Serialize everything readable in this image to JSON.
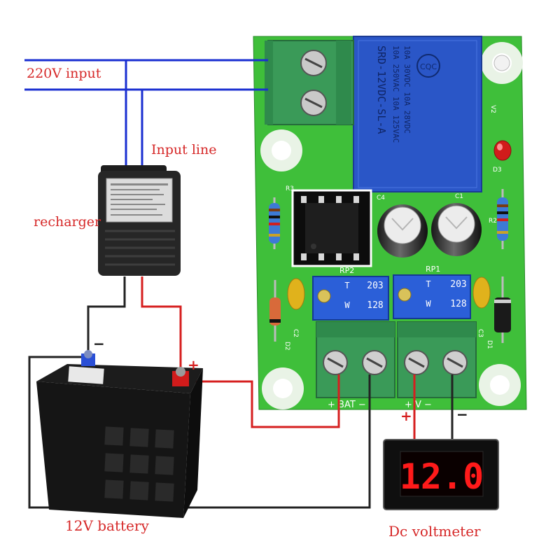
{
  "labels": {
    "input_220v": "220V input",
    "input_line": "Input line",
    "recharger": "recharger",
    "battery": "12V battery",
    "voltmeter": "Dc voltmeter"
  },
  "polarity": {
    "battery_plus": "+",
    "battery_minus": "−",
    "volt_plus": "+",
    "volt_minus": "−"
  },
  "board": {
    "relay_lines": [
      "SRD-12VDC-SL-A",
      "10A 250VAC 10A 125VAC",
      "10A 30VDC 10A 28VDC"
    ],
    "relay_logo": "CQC",
    "pot_left_label": "RP2",
    "pot_right_label": "RP1",
    "pot_code_top": "203",
    "pot_code_bottom": "128",
    "pot_code_letter": "W",
    "pot_code_t": "T",
    "terminal_bat": "+ BAT −",
    "terminal_v": "+ V −",
    "silk": {
      "c1": "C1",
      "c2": "C2",
      "c3": "C3",
      "c4": "C4",
      "d1": "D1",
      "d2": "D2",
      "d3": "D3",
      "r2": "R2",
      "r3": "R3",
      "v2": "V2"
    }
  },
  "voltmeter_reading": "12.0",
  "colors": {
    "label_red": "#d62828",
    "ac_wire_blue": "#1a2fd1",
    "dc_wire_red": "#d61f1f",
    "board_green": "#3fbf3a",
    "terminal_green": "#3a9a58",
    "relay_blue": "#2a56c7"
  },
  "icons": {
    "relay": "relay-icon",
    "chip": "ic-chip-icon",
    "battery": "car-battery-icon",
    "charger": "wall-adapter-icon",
    "voltmeter": "digital-voltmeter-icon"
  }
}
